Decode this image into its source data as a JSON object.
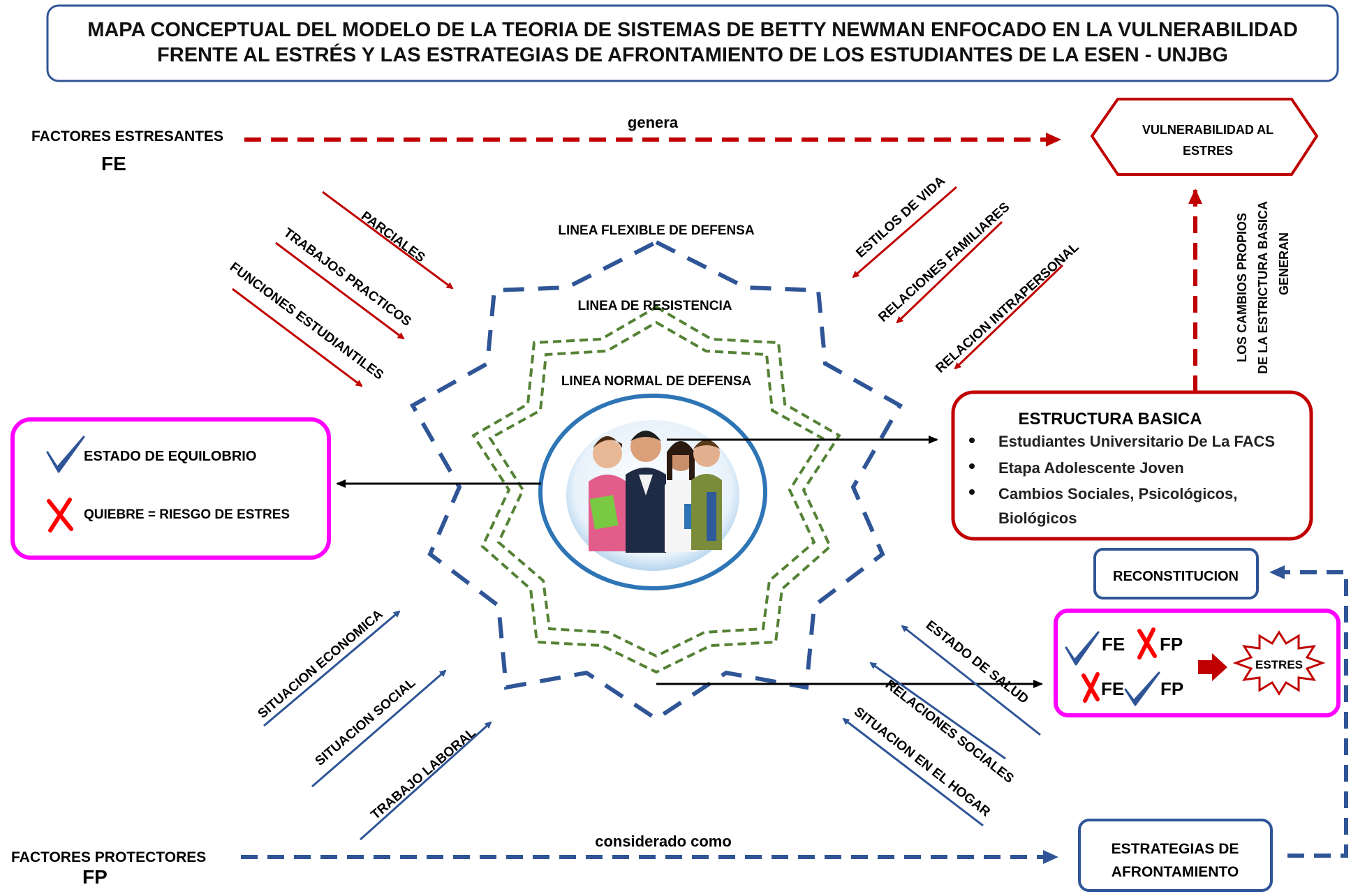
{
  "title": {
    "line1": "MAPA CONCEPTUAL DEL MODELO DE LA TEORIA DE SISTEMAS DE BETTY NEWMAN ENFOCADO EN LA VULNERABILIDAD",
    "line2": "FRENTE AL ESTRÉS Y LAS ESTRATEGIAS DE AFRONTAMIENTO DE LOS ESTUDIANTES DE LA ESEN - UNJBG"
  },
  "factores_estresantes": {
    "label": "FACTORES ESTRESANTES",
    "abbr": "FE",
    "connector": "genera"
  },
  "vulnerabilidad": {
    "line1": "VULNERABILIDAD AL",
    "line2": "ESTRES"
  },
  "cambios_label": {
    "line1": "LOS CAMBIOS PROPIOS",
    "line2": "DE LA ESTRICTURA BASICA",
    "line3": "GENERAN"
  },
  "stressors_top_left": [
    "PARCIALES",
    "TRABAJOS PRACTICOS",
    "FUNCIONES ESTUDIANTILES"
  ],
  "stressors_top_right": [
    "ESTILOS DE VIDA",
    "RELACIONES FAMILIARES",
    "RELACION INTRAPERSONAL"
  ],
  "defense_lines": {
    "flexible": "LINEA FLEXIBLE DE DEFENSA",
    "resistencia": "LINEA DE RESISTENCIA",
    "normal": "LINEA NORMAL DE DEFENSA"
  },
  "estado": {
    "equilibrio": "ESTADO  DE  EQUILOBRIO",
    "quiebre": "QUIEBRE = RIESGO  DE ESTRES"
  },
  "estructura_basica": {
    "title": "ESTRUCTURA BASICA",
    "items": [
      "Estudiantes  Universitario De La FACS",
      "Etapa  Adolescente Joven",
      "Cambios  Sociales, Psicológicos,",
      "Biológicos"
    ]
  },
  "reconstitucion": "RECONSTITUCION",
  "combo": {
    "fe": "FE",
    "fp": "FP",
    "estres": "ESTRES"
  },
  "protectors_bottom_left": [
    "SITUACION ECONOMICA",
    "SITUACION SOCIAL",
    "TRABAJO LABORAL"
  ],
  "protectors_bottom_right": [
    "ESTADO  DE SALUD",
    "RELACIONES SOCIALES",
    "SITUACION EN EL HOGAR"
  ],
  "factores_protectores": {
    "label": "FACTORES PROTECTORES",
    "abbr": "FP",
    "connector": "considerado como"
  },
  "estrategias": {
    "line1": "ESTRATEGIAS DE",
    "line2": "AFRONTAMIENTO"
  },
  "colors": {
    "red": "#c00000",
    "blue": "#2f5597",
    "green": "#548235",
    "magenta": "#ff00ff",
    "teal_blue": "#2e75b6"
  }
}
